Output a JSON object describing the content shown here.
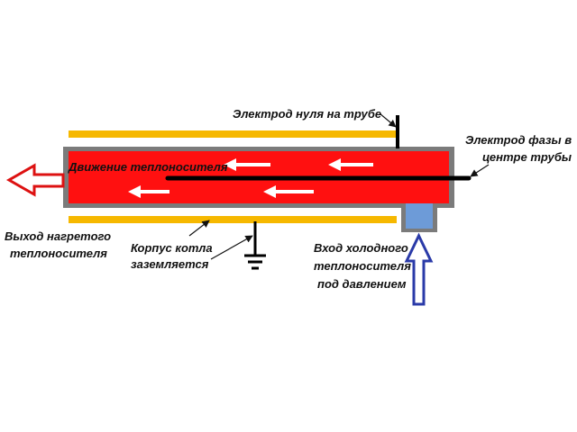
{
  "diagram": {
    "colors": {
      "insulation": "#f6b800",
      "pipe_body": "#7b7b7b",
      "coolant": "#ff1010",
      "flow_arrow": "#ffffff",
      "outlet_arrow": "#dd1111",
      "inlet_arrow": "#2a3aa8",
      "inlet_pipe": "#6d9bd8",
      "electrode": "#000000",
      "text": "#111111"
    },
    "labels": {
      "neutral_electrode": "Электрод нуля на трубе",
      "phase_electrode_line1": "Электрод фазы в",
      "phase_electrode_line2": "центре трубы",
      "coolant_flow": "Движение теплоносителя",
      "outlet_line1": "Выход нагретого",
      "outlet_line2": "теплоносителя",
      "housing_line1": "Корпус котла",
      "housing_line2": "заземляется",
      "inlet_line1": "Вход холодного",
      "inlet_line2": "теплоносителя",
      "inlet_line3": "под давлением"
    }
  }
}
